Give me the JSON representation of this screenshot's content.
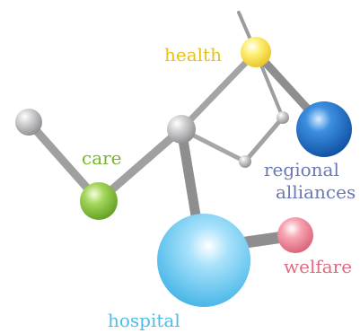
{
  "labels": {
    "health": "health",
    "care": "care",
    "regional_line1": "regional",
    "regional_line2": "alliances",
    "welfare": "welfare",
    "hospital": "hospital"
  },
  "colors": {
    "health": "#f4d638",
    "care": "#8cc63f",
    "regional": "#1f6fc0",
    "welfare": "#e8808f",
    "hospital": "#5ec4ef",
    "hub": "#a8a8aa",
    "bond": "#9a9a9c",
    "health_text": "#e8c11a",
    "care_text": "#79b52a",
    "regional_text": "#6a78b6",
    "welfare_text": "#e06a80",
    "hospital_text": "#4cbde9"
  }
}
